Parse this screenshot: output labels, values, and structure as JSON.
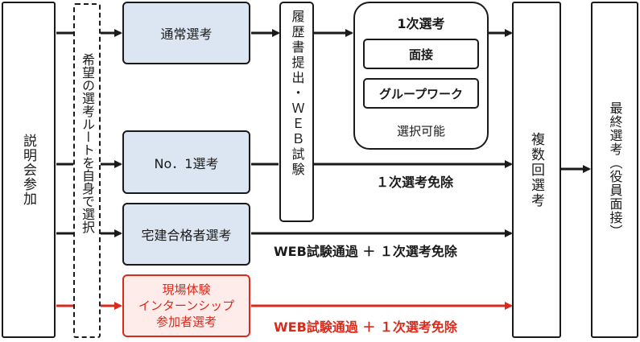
{
  "start": {
    "label": "説明会参加"
  },
  "choice": {
    "label": "希望の選考ルートを自身で選択"
  },
  "routes": [
    {
      "label": "通常選考"
    },
    {
      "label": "No．1選考"
    },
    {
      "label": "宅建合格者選考"
    },
    {
      "label_lines": [
        "現場体験",
        "インターンシップ",
        "参加者選考"
      ]
    }
  ],
  "resume": {
    "label": "履歴書提出・ＷＥＢ試験"
  },
  "first_round": {
    "title": "1次選考",
    "options": [
      "面接",
      "グループワーク"
    ],
    "note": "選択可能"
  },
  "edge_labels": {
    "no1": "１次選考免除",
    "takken": "WEB試験通過 ＋ １次選考免除",
    "intern": "WEB試験通過 ＋ １次選考免除"
  },
  "multi": {
    "label": "複数回選考"
  },
  "final": {
    "label": "最終選考（役員面接）"
  },
  "colors": {
    "box_fill": "#dce6f2",
    "accent_red": "#d92b1c",
    "line": "#1a1a1a"
  }
}
